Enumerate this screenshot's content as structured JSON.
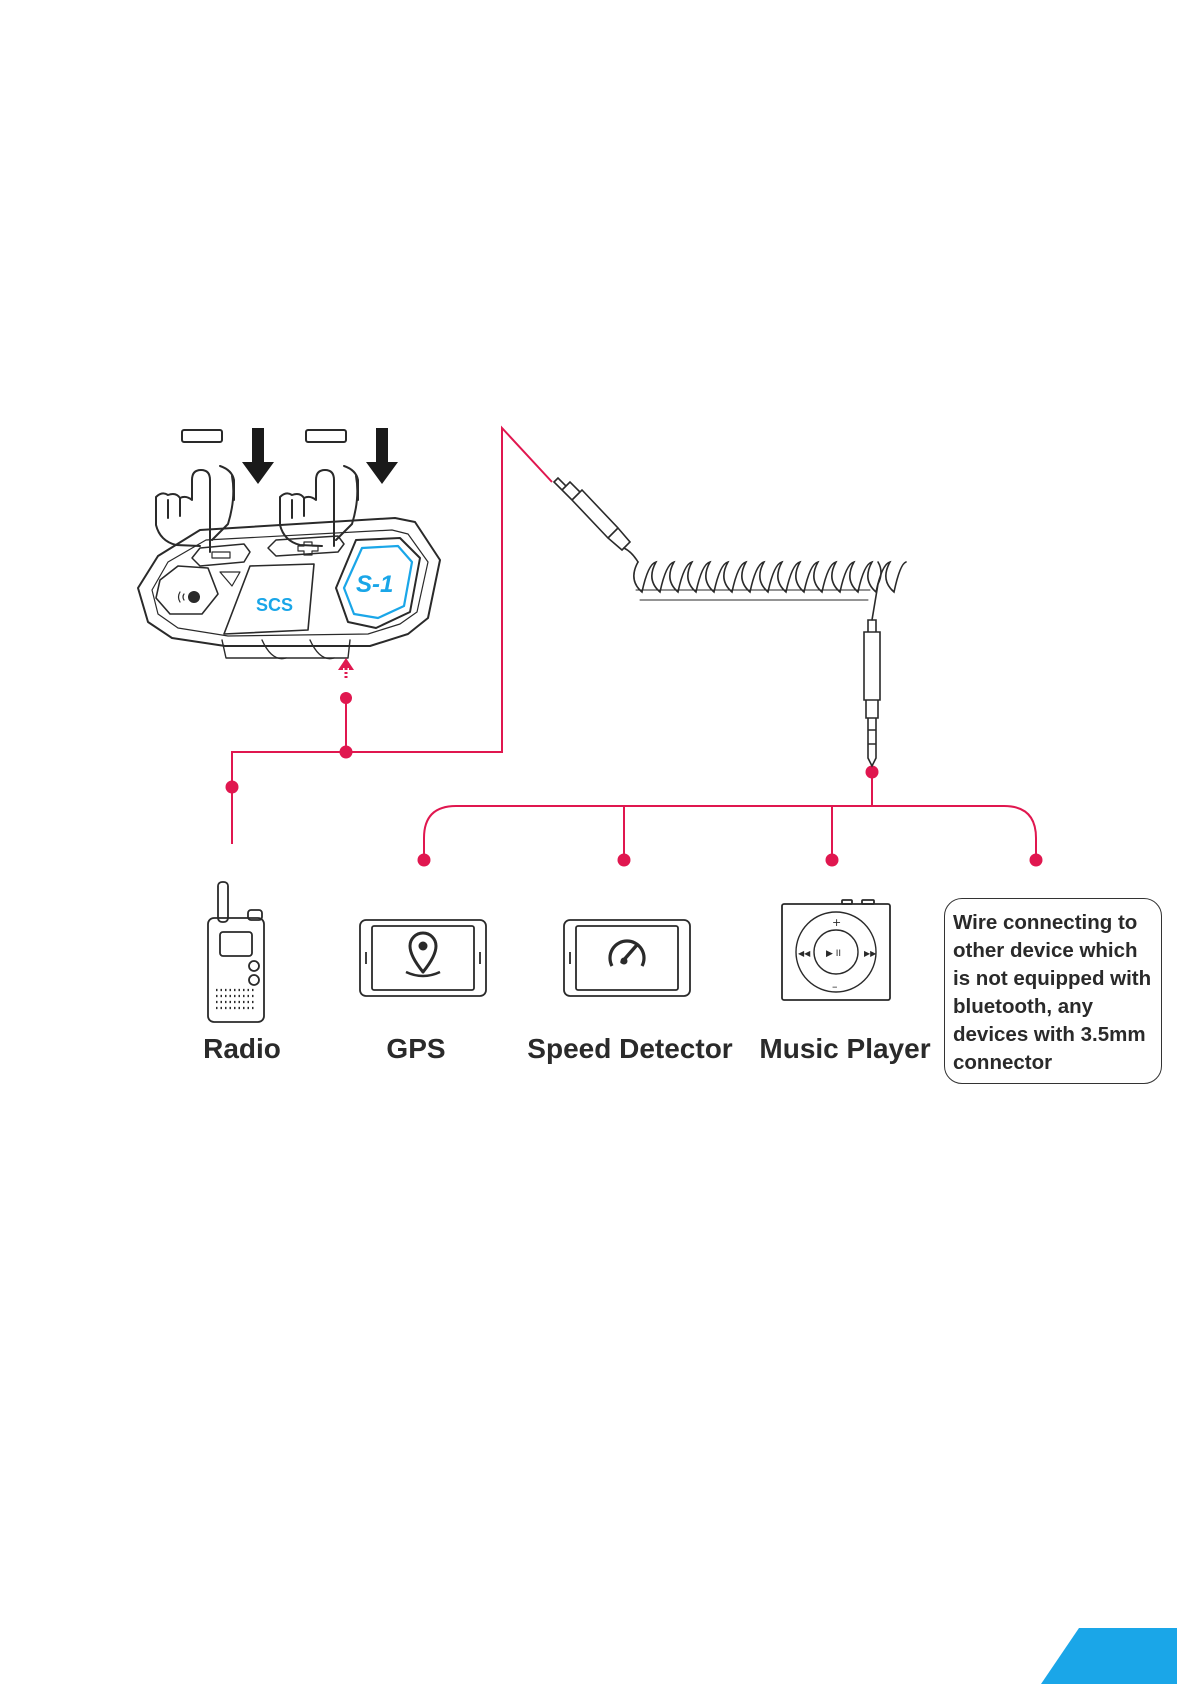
{
  "device": {
    "brand": "SCS",
    "model": "S-1"
  },
  "accent_colors": {
    "connector": "#e0174f",
    "brand_blue": "#1aa6e8",
    "line": "#2a2a2a"
  },
  "targets": [
    {
      "label": "Radio",
      "icon": "walkie-talkie-icon"
    },
    {
      "label": "GPS",
      "icon": "gps-icon"
    },
    {
      "label": "Speed Detector",
      "icon": "speedometer-icon"
    },
    {
      "label": "Music Player",
      "icon": "music-player-icon"
    }
  ],
  "note": "Wire connecting to other device which is not equipped with bluetooth, any devices with 3.5mm connector"
}
